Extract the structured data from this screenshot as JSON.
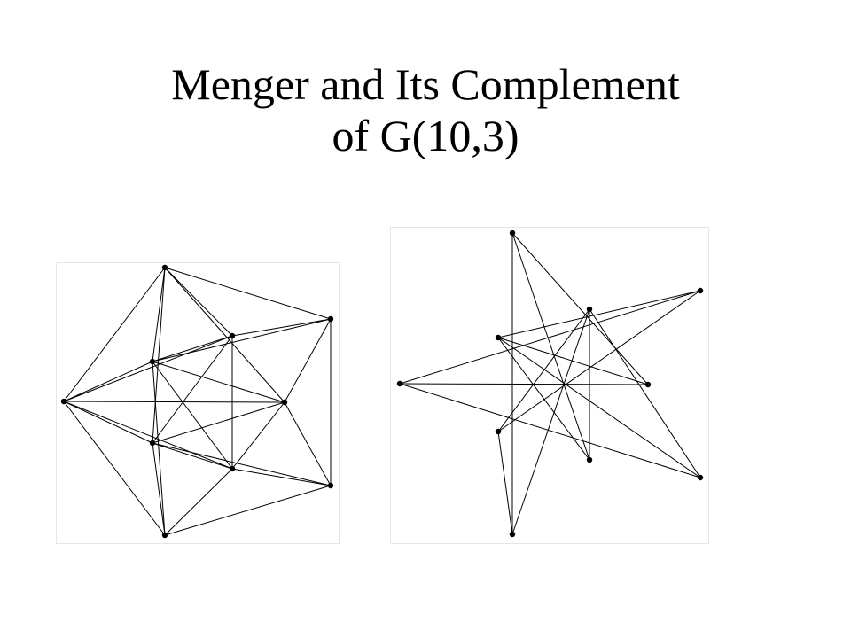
{
  "title": {
    "line1": "Menger and Its Complement",
    "line2": "of G(10,3)"
  },
  "graphs": [
    {
      "id": "menger",
      "vertex_count": 10,
      "edges": [
        [
          0,
          2
        ],
        [
          0,
          3
        ],
        [
          0,
          4
        ],
        [
          0,
          5
        ],
        [
          0,
          9
        ],
        [
          0,
          8
        ],
        [
          1,
          2
        ],
        [
          1,
          4
        ],
        [
          1,
          5
        ],
        [
          1,
          7
        ],
        [
          1,
          8
        ],
        [
          1,
          9
        ],
        [
          2,
          5
        ],
        [
          2,
          6
        ],
        [
          2,
          7
        ],
        [
          2,
          9
        ],
        [
          3,
          4
        ],
        [
          3,
          5
        ],
        [
          3,
          6
        ],
        [
          3,
          8
        ],
        [
          4,
          6
        ],
        [
          4,
          7
        ],
        [
          4,
          9
        ],
        [
          5,
          6
        ],
        [
          5,
          7
        ],
        [
          6,
          8
        ],
        [
          6,
          9
        ],
        [
          7,
          8
        ],
        [
          7,
          2
        ],
        [
          8,
          9
        ],
        [
          3,
          9
        ],
        [
          1,
          6
        ]
      ]
    },
    {
      "id": "complement",
      "vertex_count": 10,
      "edges": [
        [
          0,
          1
        ],
        [
          0,
          7
        ],
        [
          0,
          8
        ],
        [
          2,
          4
        ],
        [
          2,
          9
        ],
        [
          3,
          5
        ],
        [
          3,
          6
        ],
        [
          4,
          8
        ],
        [
          5,
          1
        ],
        [
          6,
          2
        ],
        [
          7,
          9
        ],
        [
          9,
          5
        ],
        [
          1,
          3
        ],
        [
          4,
          6
        ],
        [
          7,
          0
        ]
      ]
    }
  ]
}
